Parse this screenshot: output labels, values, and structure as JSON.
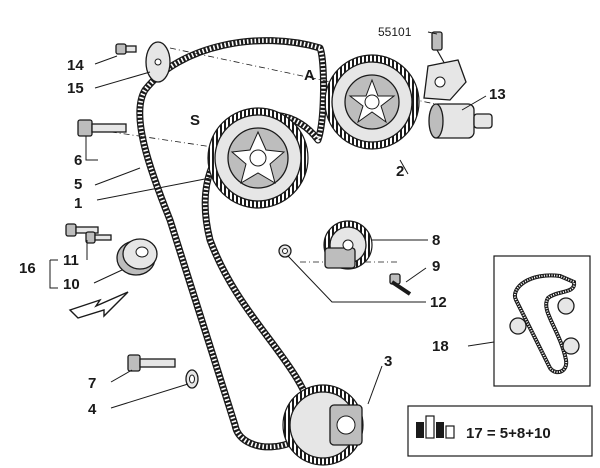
{
  "callouts": {
    "c1": "1",
    "c2": "2",
    "c3": "3",
    "c4": "4",
    "c5": "5",
    "c6": "6",
    "c7": "7",
    "c8": "8",
    "c9": "9",
    "c10": "10",
    "c11": "11",
    "c12": "12",
    "c13": "13",
    "c14": "14",
    "c15": "15",
    "c16": "16",
    "c18": "18",
    "c55101": "55101"
  },
  "pulley_marks": {
    "exhaust": "A",
    "intake": "S"
  },
  "kit_formula": "17 = 5+8+10",
  "icons": {
    "kit": "parts-kit-icon",
    "direction": "direction-arrow-icon"
  }
}
